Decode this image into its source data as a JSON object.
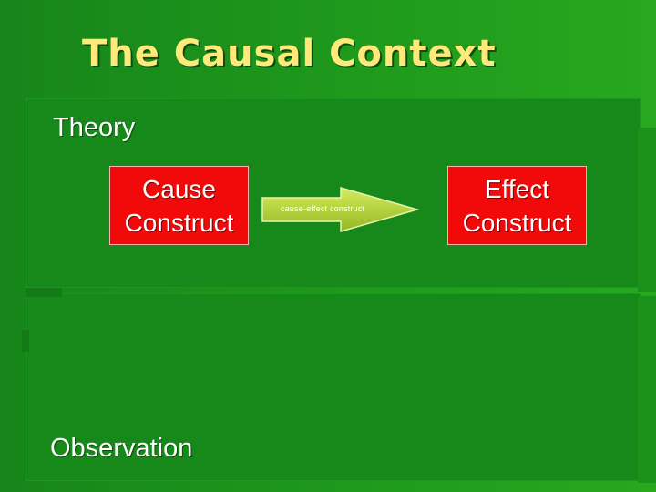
{
  "slide": {
    "title": "The Causal Context"
  },
  "levels": {
    "theory_label": "Theory",
    "observation_label": "Observation"
  },
  "constructs": {
    "cause": {
      "line1": "Cause",
      "line2": "Construct"
    },
    "effect": {
      "line1": "Effect",
      "line2": "Construct"
    }
  },
  "relationship": {
    "label": "cause-effect construct",
    "icon": "right-arrow-icon"
  },
  "colors": {
    "background": "#1a8a14",
    "title": "#ffe97a",
    "construct_fill": "#f20a0a",
    "arrow_fill": "#b5d335"
  }
}
